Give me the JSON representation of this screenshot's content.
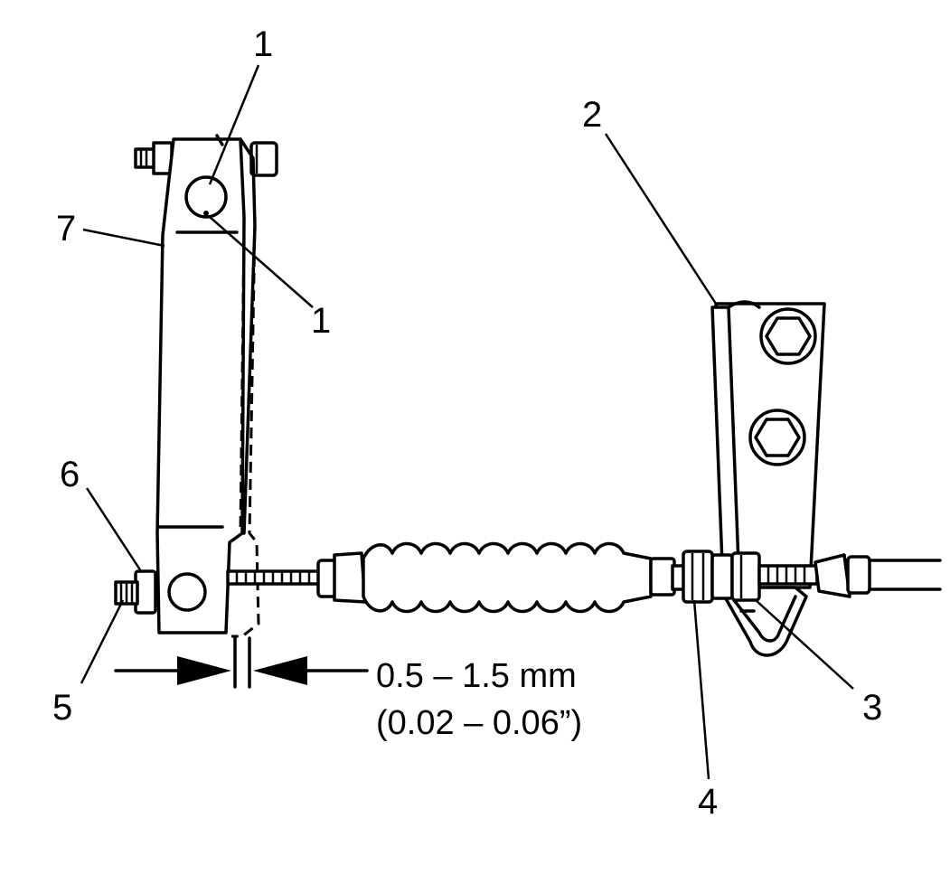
{
  "callouts": {
    "c1_top": "1",
    "c1_mid": "1",
    "c2": "2",
    "c3": "3",
    "c4": "4",
    "c5": "5",
    "c6": "6",
    "c7": "7"
  },
  "dimension": {
    "metric": "0.5 – 1.5 mm",
    "imperial": "(0.02 – 0.06”)"
  }
}
